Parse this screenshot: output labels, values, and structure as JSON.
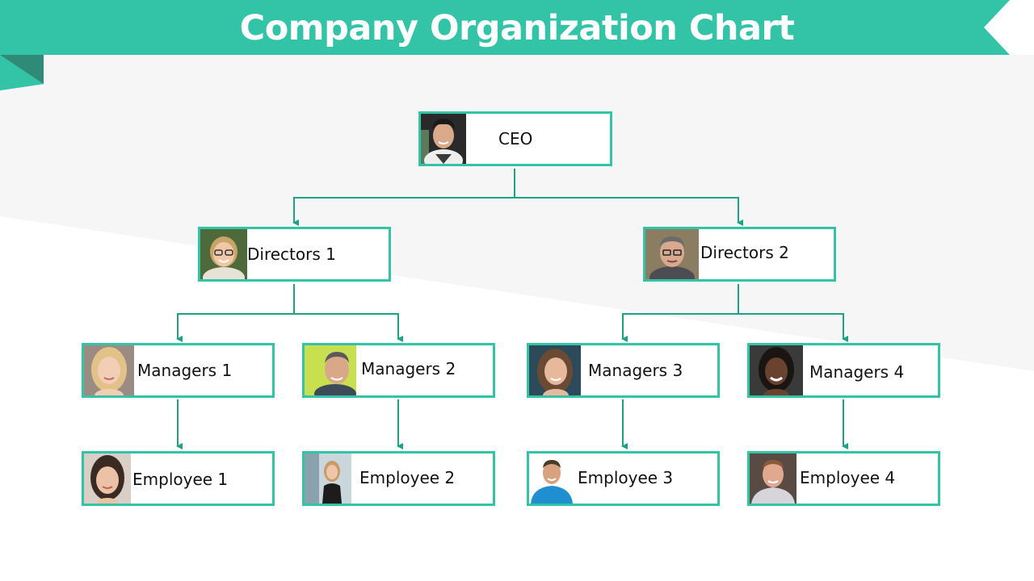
{
  "title": "Company Organization Chart",
  "colors": {
    "accent": "#33c4a7",
    "connector": "#1fa184",
    "fold": "#2f8a78"
  },
  "nodes": {
    "ceo": "CEO",
    "directors_1": "Directors 1",
    "directors_2": "Directors 2",
    "managers_1": "Managers 1",
    "managers_2": "Managers 2",
    "managers_3": "Managers 3",
    "managers_4": "Managers 4",
    "employee_1": "Employee 1",
    "employee_2": "Employee 2",
    "employee_3": "Employee 3",
    "employee_4": "Employee 4"
  }
}
